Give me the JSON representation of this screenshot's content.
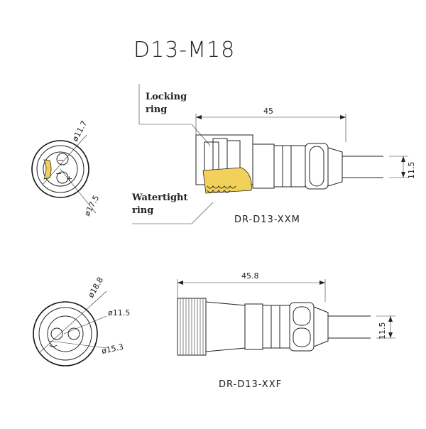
{
  "title": "D13-M18",
  "male": {
    "model": "DR-D13-XXM",
    "locking_label_line1": "Locking",
    "locking_label_line2": "ring",
    "watertight_label_line1": "Watertight",
    "watertight_label_line2": "ring",
    "length_dim": "45",
    "cable_dim": "11.5",
    "face_dim_inner": "ø11.7",
    "face_dim_outer": "ø17.5",
    "pin_minus": "−",
    "pin_plus": "+"
  },
  "female": {
    "model": "DR-D13-XXF",
    "length_dim": "45.8",
    "cable_dim": "11.5",
    "face_dim_outer": "ø18.8",
    "face_dim_mid": "ø11.5",
    "face_dim_inner": "ø15.3"
  },
  "colors": {
    "line": "#222222",
    "accent": "#f2d15a"
  }
}
